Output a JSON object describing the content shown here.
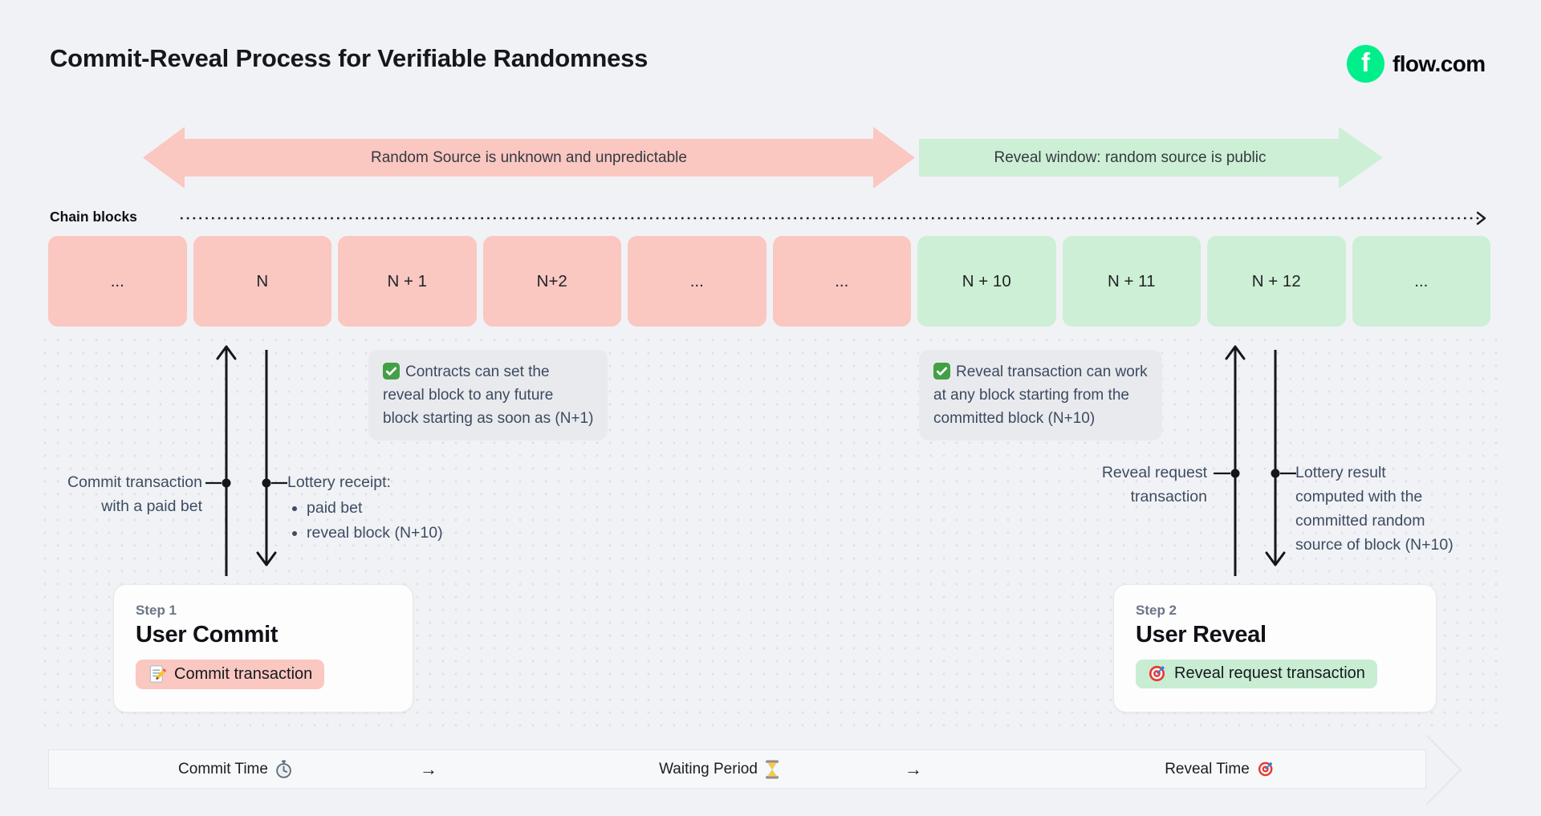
{
  "title": "Commit-Reveal Process for Verifiable Randomness",
  "brand": {
    "name": "flow.com",
    "logo_icon": "flow-logo-icon",
    "logo_color": "#00EF8B",
    "logo_glyph": "f"
  },
  "phases": {
    "commit": {
      "label": "Random Source is unknown and unpredictable",
      "color": "#FAC7C1"
    },
    "reveal": {
      "label": "Reveal window: random source is public",
      "color": "#CDEFD5"
    }
  },
  "chain": {
    "label": "Chain blocks",
    "blocks": [
      {
        "label": "...",
        "phase": "commit"
      },
      {
        "label": "N",
        "phase": "commit"
      },
      {
        "label": "N + 1",
        "phase": "commit"
      },
      {
        "label": "N+2",
        "phase": "commit"
      },
      {
        "label": "...",
        "phase": "commit"
      },
      {
        "label": "...",
        "phase": "commit"
      },
      {
        "label": "N + 10",
        "phase": "reveal"
      },
      {
        "label": "N + 11",
        "phase": "reveal"
      },
      {
        "label": "N + 12",
        "phase": "reveal"
      },
      {
        "label": "...",
        "phase": "reveal"
      }
    ]
  },
  "notes": [
    {
      "icon": "check-icon",
      "lines": [
        "Contracts can set the",
        "reveal block to any future",
        "block starting as soon as (N+1)"
      ]
    },
    {
      "icon": "check-icon",
      "lines": [
        "Reveal transaction can work",
        "at any block starting from the",
        "committed block (N+10)"
      ]
    }
  ],
  "annotations": {
    "commit_tx": {
      "lines": [
        "Commit transaction",
        "with a paid bet"
      ]
    },
    "lottery_receipt": {
      "title": "Lottery receipt:",
      "bullets": [
        "paid bet",
        "reveal block (N+10)"
      ]
    },
    "reveal_tx": {
      "lines": [
        "Reveal request",
        "transaction"
      ]
    },
    "lottery_result": {
      "lines": [
        "Lottery result",
        "computed with the",
        "committed random",
        "source of block (N+10)"
      ]
    }
  },
  "steps": [
    {
      "eyebrow": "Step 1",
      "title": "User Commit",
      "action": "Commit transaction",
      "icon": "memo-icon",
      "pill_color": "#FAC7C1"
    },
    {
      "eyebrow": "Step 2",
      "title": "User Reveal",
      "action": "Reveal request transaction",
      "icon": "target-icon",
      "pill_color": "#C9EDD3"
    }
  ],
  "timeline": {
    "separator": "→",
    "items": [
      {
        "label": "Commit Time",
        "icon": "stopwatch-icon"
      },
      {
        "label": "Waiting Period",
        "icon": "hourglass-icon"
      },
      {
        "label": "Reveal Time",
        "icon": "target-icon"
      }
    ]
  }
}
